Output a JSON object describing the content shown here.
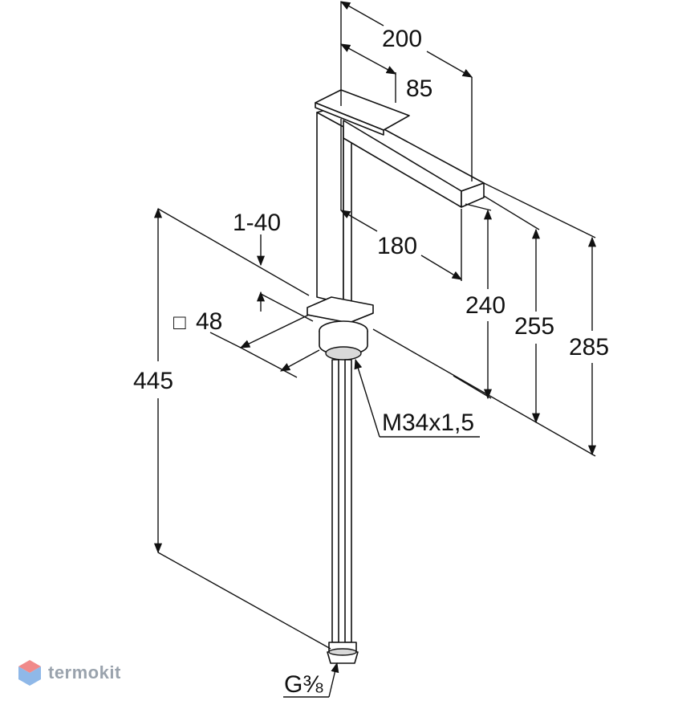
{
  "dimensions": {
    "d200": "200",
    "d85": "85",
    "d180": "180",
    "d1_40": "1-40",
    "d48": "48",
    "d445": "445",
    "d240": "240",
    "d255": "255",
    "d285": "285",
    "thread": "M34x1,5",
    "connection": "G⅜"
  },
  "square_symbol": "□",
  "watermark": {
    "text": "termokit",
    "icon": "hexagon-logo-icon",
    "color_top": "#f08a8a",
    "color_bottom": "#8fb8e8"
  }
}
